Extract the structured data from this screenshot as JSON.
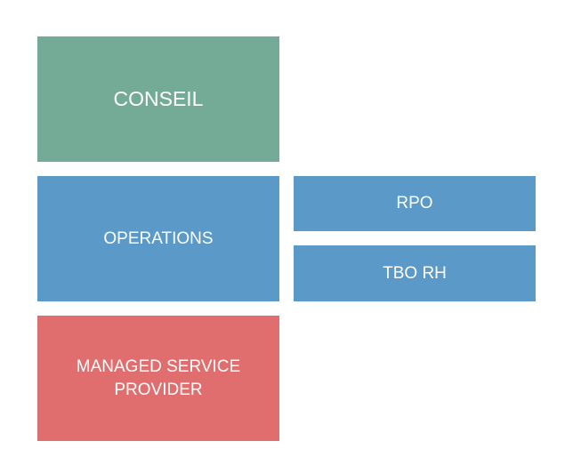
{
  "boxes": {
    "conseil": {
      "label": "CONSEIL",
      "color": "#73ab96"
    },
    "operations": {
      "label": "OPERATIONS",
      "color": "#5a99c8"
    },
    "rpo": {
      "label": "RPO",
      "color": "#5a99c8"
    },
    "tbo_rh": {
      "label": "TBO RH",
      "color": "#5a99c8"
    },
    "msp": {
      "label_lines": [
        "MANAGED SERVICE",
        "PROVIDER"
      ],
      "color": "#e06e6e"
    }
  }
}
